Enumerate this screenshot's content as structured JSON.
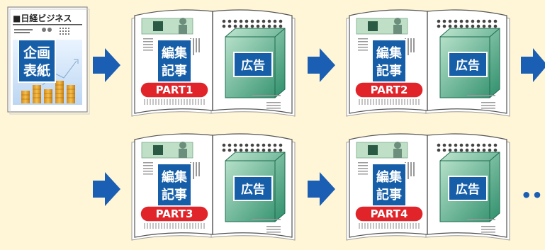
{
  "cover": {
    "brand": "■日経ビジネス",
    "title_line1": "企画",
    "title_line2": "表紙"
  },
  "spread_label": {
    "editorial_line1": "編集",
    "editorial_line2": "記事",
    "ad": "広告"
  },
  "parts": [
    "PART1",
    "PART2",
    "PART3",
    "PART4"
  ],
  "continuation": "•••",
  "colors": {
    "background": "#fff6d8",
    "arrow": "#1a5fb4",
    "label_box": "#165ea8",
    "part_pill": "#e0242a",
    "ad_box": "#2f9a78",
    "page": "#ffffff",
    "page_edge": "#9a9a9a"
  }
}
